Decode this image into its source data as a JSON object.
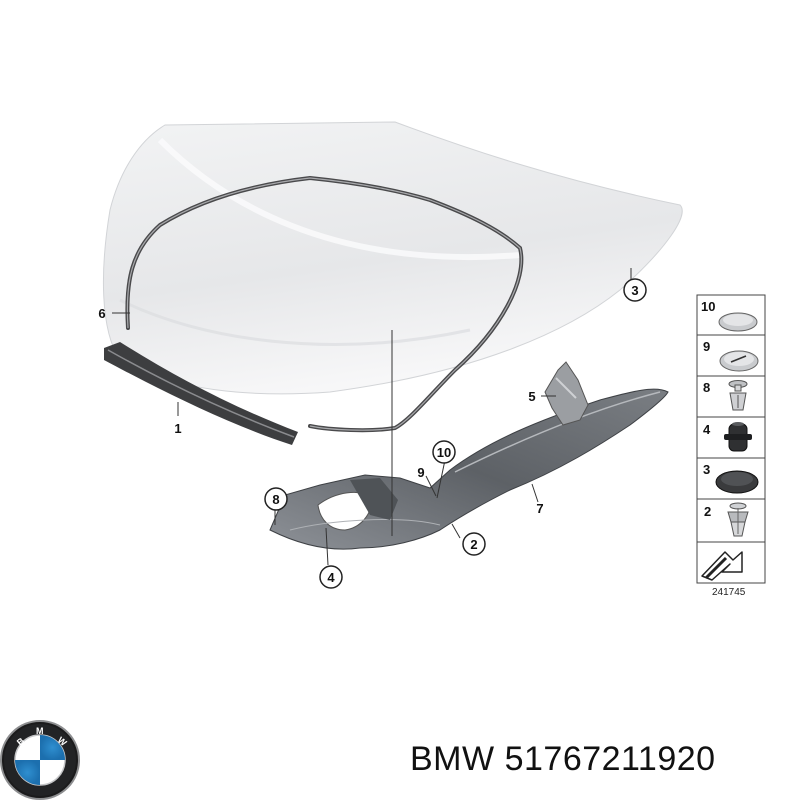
{
  "diagram": {
    "callouts": [
      "1",
      "2",
      "3",
      "4",
      "5",
      "6",
      "7",
      "8",
      "9",
      "10"
    ],
    "legend": {
      "items": [
        {
          "number": "10",
          "icon": "round-cover-cap-icon"
        },
        {
          "number": "9",
          "icon": "slotted-cap-icon"
        },
        {
          "number": "8",
          "icon": "push-clip-icon"
        },
        {
          "number": "4",
          "icon": "rubber-buffer-icon"
        },
        {
          "number": "3",
          "icon": "round-grommet-icon"
        },
        {
          "number": "2",
          "icon": "expansion-rivet-icon"
        }
      ],
      "footer_icon": "orientation-arrow-icon"
    },
    "diagram_id": "241745"
  },
  "caption": {
    "brand": "BMW",
    "part_number": "51767211920"
  },
  "colors": {
    "hood_fill": "#e9eaec",
    "seal_stroke": "#4a4a4c",
    "liner_fill": "#6d7176",
    "leader": "#333333"
  }
}
